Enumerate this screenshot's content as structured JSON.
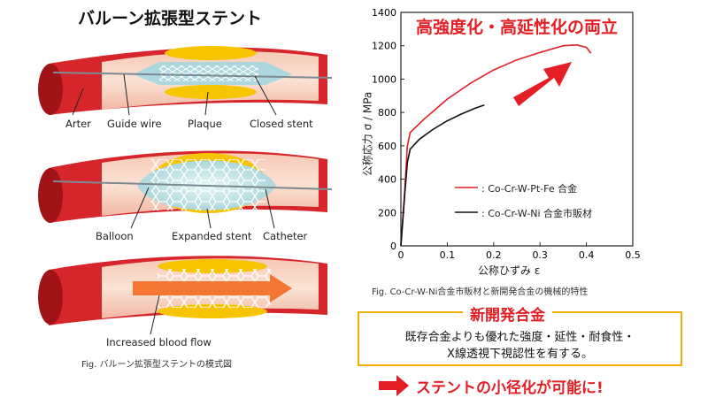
{
  "left": {
    "title": "バルーン拡張型ステント",
    "panel1": {
      "labels": [
        "Arter",
        "Guide wire",
        "Plaque",
        "Closed stent"
      ]
    },
    "panel2": {
      "labels": [
        "Balloon",
        "Expanded stent",
        "Catheter"
      ]
    },
    "panel3": {
      "labels": [
        "Increased blood flow"
      ]
    },
    "caption": "Fig. バルーン拡張型ステントの模式図"
  },
  "chart_data": {
    "type": "line",
    "title": "高強度化・高延性化の両立",
    "xlabel": "公称ひずみ ε",
    "ylabel": "公称応力 σ / MPa",
    "xlim": [
      0,
      0.5
    ],
    "ylim": [
      0,
      1400
    ],
    "xticks": [
      "0",
      "0.1",
      "0.2",
      "0.3",
      "0.4",
      "0.5"
    ],
    "yticks": [
      "0",
      "200",
      "400",
      "600",
      "800",
      "1000",
      "1200",
      "1400"
    ],
    "grid": false,
    "legend_position": "lower-right",
    "series": [
      {
        "name": ": Co-Cr-W-Pt-Fe 合金",
        "color": "#e31e24",
        "x": [
          0,
          0.008,
          0.014,
          0.02,
          0.05,
          0.1,
          0.15,
          0.2,
          0.25,
          0.3,
          0.35,
          0.38,
          0.4,
          0.41
        ],
        "y": [
          0,
          320,
          600,
          680,
          760,
          880,
          975,
          1055,
          1115,
          1160,
          1200,
          1205,
          1190,
          1155
        ]
      },
      {
        "name": ": Co-Cr-W-Ni 合金市販材",
        "color": "#111111",
        "x": [
          0,
          0.008,
          0.014,
          0.02,
          0.04,
          0.07,
          0.1,
          0.13,
          0.16,
          0.18
        ],
        "y": [
          0,
          300,
          500,
          580,
          640,
          700,
          750,
          790,
          825,
          845
        ]
      }
    ],
    "caption": "Fig. Co-Cr-W-Ni合金市販材と新開発合金の機械的特性"
  },
  "new_box": {
    "title": "新開発合金",
    "line1": "既存合金よりも優れた強度・延性・耐食性・",
    "line2": "X線透視下視認性を有する。"
  },
  "conclusion": "ステントの小径化が可能に!",
  "colors": {
    "accent": "#e31e24",
    "artery": "#d7262b",
    "box_border": "#f0b000",
    "plaque": "#f7c500",
    "stent": "#9fd6e0"
  }
}
